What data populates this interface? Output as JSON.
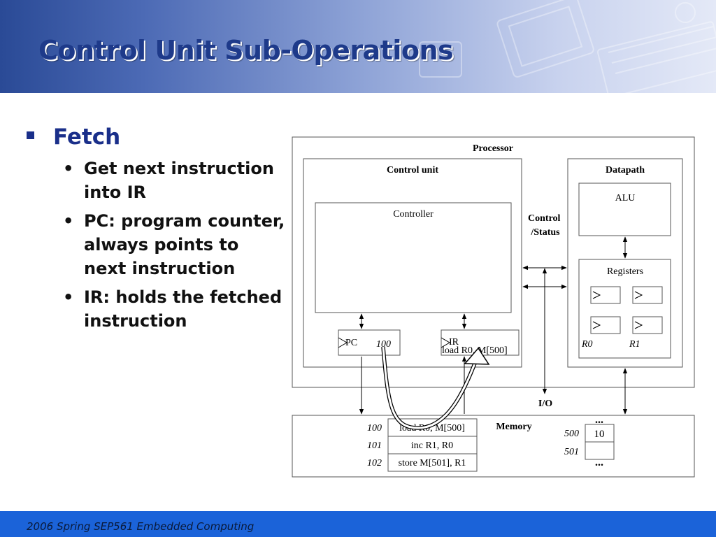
{
  "slide": {
    "title": "Control Unit Sub-Operations",
    "footer": "2006  Spring SEP561 Embedded Computing"
  },
  "bullets": {
    "main": "Fetch",
    "items": [
      "Get next instruction into IR",
      "PC: program counter, always points to next instruction",
      "IR: holds the fetched instruction"
    ]
  },
  "diagram": {
    "processor_label": "Processor",
    "control_unit_label": "Control unit",
    "datapath_label": "Datapath",
    "controller_label": "Controller",
    "control_status_label": [
      "Control",
      "/Status"
    ],
    "alu_label": "ALU",
    "registers_label": "Registers",
    "register_names": [
      "R0",
      "R1"
    ],
    "pc_label": "PC",
    "pc_value": "100",
    "ir_label": "IR",
    "ir_value": "load R0, M[500]",
    "io_label": "I/O",
    "memory_label": "Memory",
    "program": [
      {
        "addr": "100",
        "instr": "load R0, M[500]"
      },
      {
        "addr": "101",
        "instr": "inc R1, R0"
      },
      {
        "addr": "102",
        "instr": "store M[501], R1"
      }
    ],
    "data_memory": [
      {
        "addr": "500",
        "value": "10"
      },
      {
        "addr": "501",
        "value": ""
      }
    ],
    "ellipsis": "..."
  }
}
